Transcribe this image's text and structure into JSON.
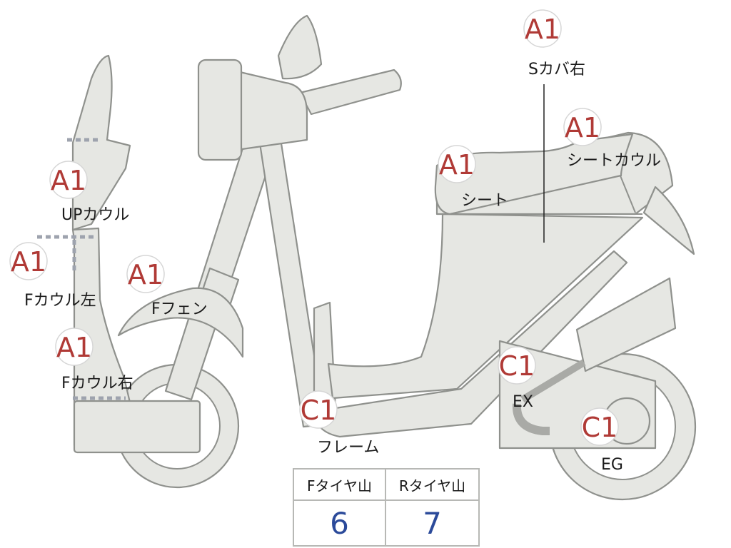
{
  "parts": [
    {
      "id": "s-cover-right",
      "grade": "A1",
      "label": "Sカバ右"
    },
    {
      "id": "seat-cowl",
      "grade": "A1",
      "label": "シートカウル"
    },
    {
      "id": "seat",
      "grade": "A1",
      "label": "シート"
    },
    {
      "id": "up-cowl",
      "grade": "A1",
      "label": "UPカウル"
    },
    {
      "id": "f-cowl-left",
      "grade": "A1",
      "label": "Fカウル左"
    },
    {
      "id": "f-fender",
      "grade": "A1",
      "label": "Fフェン"
    },
    {
      "id": "f-cowl-right",
      "grade": "A1",
      "label": "Fカウル右"
    },
    {
      "id": "exhaust",
      "grade": "C1",
      "label": "EX"
    },
    {
      "id": "frame",
      "grade": "C1",
      "label": "フレーム"
    },
    {
      "id": "engine",
      "grade": "C1",
      "label": "EG"
    }
  ],
  "tire_tread": {
    "front_label": "Fタイヤ山",
    "rear_label": "Rタイヤ山",
    "front_value": "6",
    "rear_value": "7"
  },
  "colors": {
    "grade": "#b03a36",
    "tread_value": "#2b4a9a",
    "part_fill": "#e6e7e3",
    "part_stroke": "#8f918d"
  }
}
